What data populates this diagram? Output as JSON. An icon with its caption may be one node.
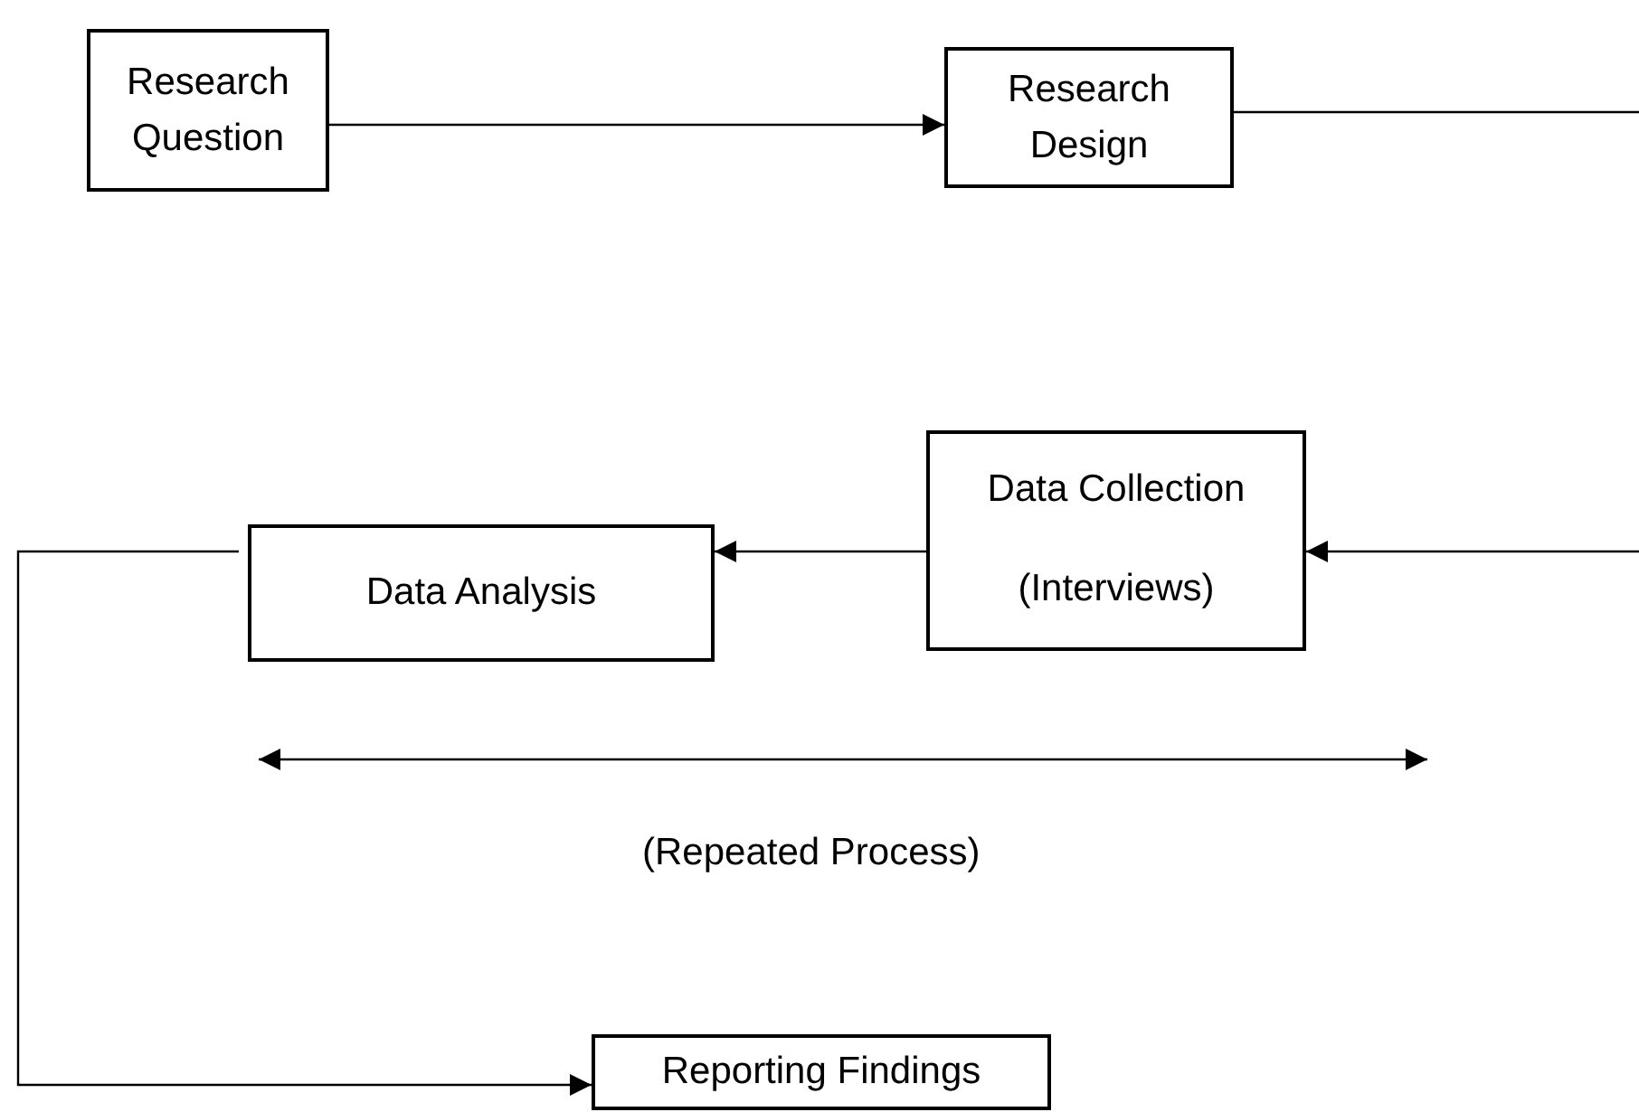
{
  "diagram": {
    "nodes": [
      {
        "text": [
          "Research Question"
        ]
      },
      {
        "text": [
          "Research Design"
        ]
      },
      {
        "text": [
          "Data Collection (Interviews)"
        ]
      },
      {
        "text": [
          "Data Analysis"
        ]
      },
      {
        "text": [
          "Reporting Findings"
        ]
      }
    ],
    "edges": [
      {
        "from": 0,
        "to": 1,
        "arrow": "to"
      },
      {
        "from": 1,
        "to": null,
        "arrow": "none"
      },
      {
        "from": null,
        "to": 2,
        "arrow": "to"
      },
      {
        "from": 2,
        "to": 3,
        "arrow": "to"
      },
      {
        "from": 3,
        "to": 4,
        "arrow": "to"
      }
    ],
    "labels": [
      "(Repeated Process)"
    ]
  }
}
